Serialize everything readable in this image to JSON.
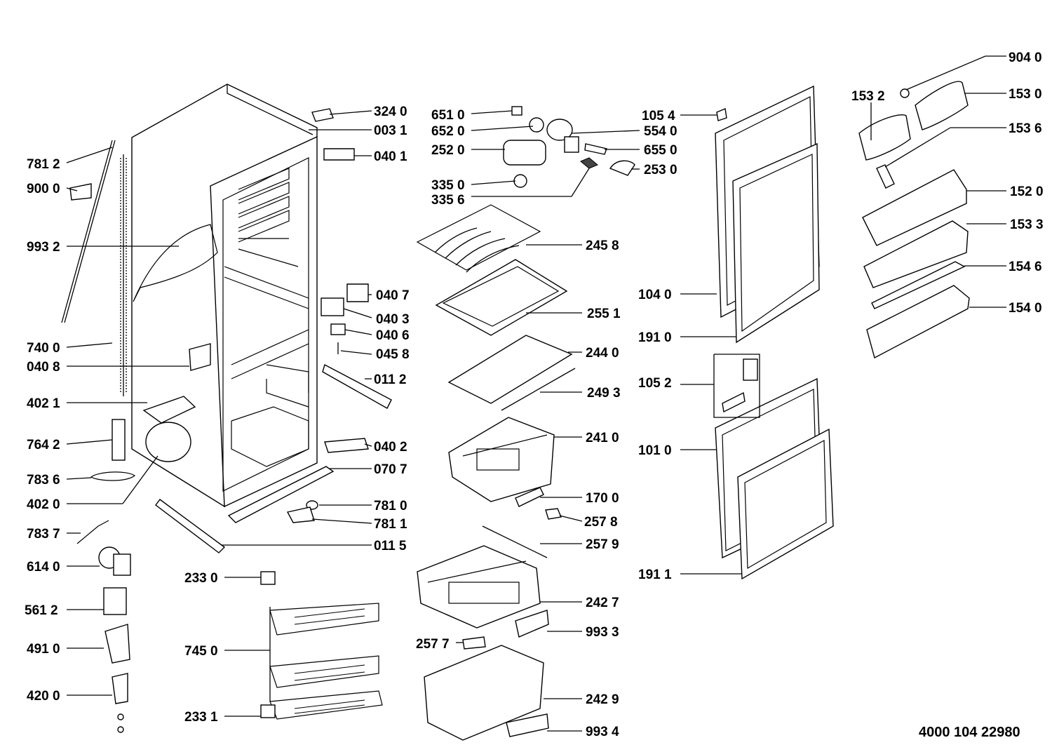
{
  "document_code": "4000 104 22980",
  "labels": {
    "p7812": "781 2",
    "p9000": "900 0",
    "p9932": "993 2",
    "p7400": "740 0",
    "p0408": "040 8",
    "p4021": "402 1",
    "p7642": "764 2",
    "p7836": "783 6",
    "p4020": "402 0",
    "p7837": "783 7",
    "p6140": "614 0",
    "p5612": "561 2",
    "p4910": "491 0",
    "p4200": "420 0",
    "p2330": "233 0",
    "p7450": "745 0",
    "p2331": "233 1",
    "p3240": "324 0",
    "p0031": "003 1",
    "p0401": "040 1",
    "p0407": "040 7",
    "p0403": "040 3",
    "p0406": "040 6",
    "p0458": "045 8",
    "p0112": "011 2",
    "p0402": "040 2",
    "p0707": "070 7",
    "p7810": "781 0",
    "p7811": "781 1",
    "p0115": "011 5",
    "p6510": "651 0",
    "p6520": "652 0",
    "p2520": "252 0",
    "p3350": "335 0",
    "p3356": "335 6",
    "p5540": "554 0",
    "p6550": "655 0",
    "p2530": "253 0",
    "p2458": "245 8",
    "p2551": "255 1",
    "p2440": "244 0",
    "p2493": "249 3",
    "p2410": "241 0",
    "p1700": "170 0",
    "p2578": "257 8",
    "p2579": "257 9",
    "p2427": "242 7",
    "p9933": "993 3",
    "p2577": "257 7",
    "p2429": "242 9",
    "p9934": "993 4",
    "p1054": "105 4",
    "p1040": "104 0",
    "p1910": "191 0",
    "p1052": "105 2",
    "p1010": "101 0",
    "p1911": "191 1",
    "p9040": "904 0",
    "p1532": "153 2",
    "p1530": "153 0",
    "p1536": "153 6",
    "p1520": "152 0",
    "p1533": "153 3",
    "p1546": "154 6",
    "p1540": "154 0"
  }
}
